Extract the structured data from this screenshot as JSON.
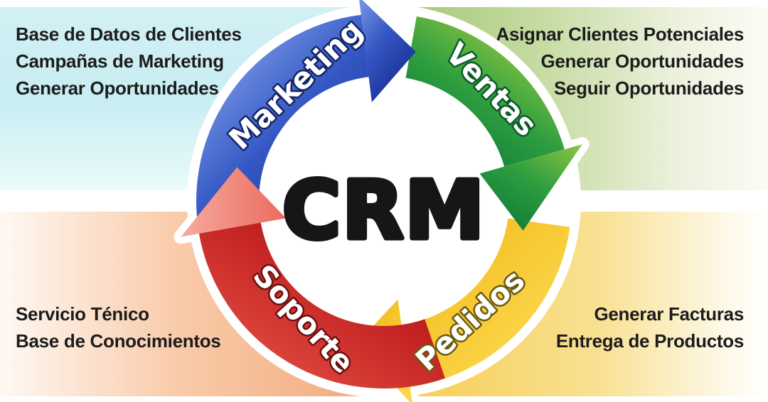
{
  "center": {
    "title": "CRM"
  },
  "segments": {
    "marketing": {
      "label": "Marketing",
      "color": "#2b4bb0",
      "items": [
        "Base de Datos de Clientes",
        "Campañas de Marketing",
        "Generar Oportunidades"
      ]
    },
    "ventas": {
      "label": "Ventas",
      "color": "#2f9e3f",
      "items": [
        "Asignar Clientes Potenciales",
        "Generar Oportunidades",
        "Seguir Oportunidades"
      ]
    },
    "pedidos": {
      "label": "Pedidos",
      "color": "#f5c42c",
      "items": [
        "Generar Facturas",
        "Entrega de Productos"
      ]
    },
    "soporte": {
      "label": "Soporte",
      "color": "#c32222",
      "items": [
        "Servicio Ténico",
        "Base de Conocimientos"
      ]
    }
  },
  "background_colors": {
    "marketing_quadrant": "#c8edf2",
    "ventas_quadrant": "#a2c873",
    "soporte_quadrant": "#f1a679",
    "pedidos_quadrant": "#f6cd52"
  }
}
